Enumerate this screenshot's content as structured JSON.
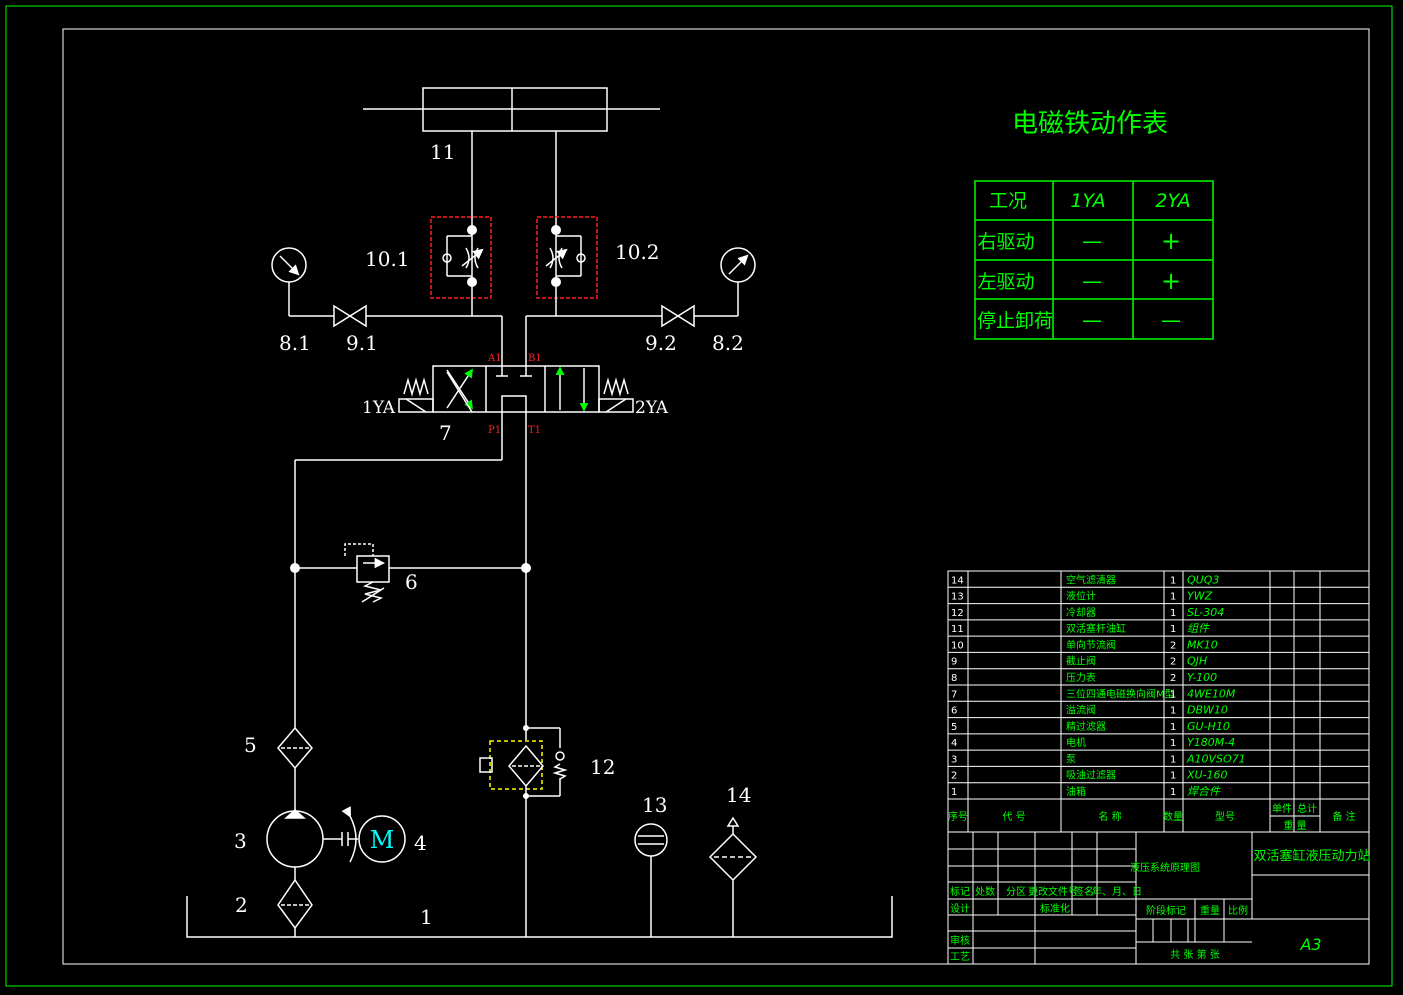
{
  "components": {
    "c1": "1",
    "c2": "2",
    "c3": "3",
    "c4": "4",
    "c5": "5",
    "c6": "6",
    "c7": "7",
    "c8_1": "8.1",
    "c8_2": "8.2",
    "c9_1": "9.1",
    "c9_2": "9.2",
    "c10_1": "10.1",
    "c10_2": "10.2",
    "c11": "11",
    "c12": "12",
    "c13": "13",
    "c14": "14",
    "sol_1": "1YA",
    "sol_2": "2YA",
    "motor": "M"
  },
  "ports": {
    "a1": "A1",
    "b1": "B1",
    "p1": "P1",
    "t1": "T1"
  },
  "solenoid_table": {
    "title": "电磁铁动作表",
    "headers": [
      "工况",
      "1YA",
      "2YA"
    ],
    "rows": [
      [
        "右驱动",
        "—",
        "+"
      ],
      [
        "左驱动",
        "—",
        "+"
      ],
      [
        "停止卸荷",
        "—",
        "—"
      ]
    ]
  },
  "bom": {
    "rows": [
      {
        "no": "14",
        "name": "空气滤清器",
        "qty": "1",
        "model": "QUQ3"
      },
      {
        "no": "13",
        "name": "液位计",
        "qty": "1",
        "model": "YWZ"
      },
      {
        "no": "12",
        "name": "冷却器",
        "qty": "1",
        "model": "SL-304"
      },
      {
        "no": "11",
        "name": "双活塞杆油缸",
        "qty": "1",
        "model": "组件"
      },
      {
        "no": "10",
        "name": "单向节流阀",
        "qty": "2",
        "model": "MK10"
      },
      {
        "no": "9",
        "name": "截止阀",
        "qty": "2",
        "model": "QJH"
      },
      {
        "no": "8",
        "name": "压力表",
        "qty": "2",
        "model": "Y-100"
      },
      {
        "no": "7",
        "name": "三位四通电磁换向阀M型",
        "qty": "1",
        "model": "4WE10M"
      },
      {
        "no": "6",
        "name": "溢流阀",
        "qty": "1",
        "model": "DBW10"
      },
      {
        "no": "5",
        "name": "精过滤器",
        "qty": "1",
        "model": "GU-H10"
      },
      {
        "no": "4",
        "name": "电机",
        "qty": "1",
        "model": "Y180M-4"
      },
      {
        "no": "3",
        "name": "泵",
        "qty": "1",
        "model": "A10VSO71"
      },
      {
        "no": "2",
        "name": "吸油过滤器",
        "qty": "1",
        "model": "XU-160"
      },
      {
        "no": "1",
        "name": "油箱",
        "qty": "1",
        "model": "焊合件"
      }
    ],
    "header": {
      "seq": "序号",
      "code": "代 号",
      "name": "名 称",
      "qty": "数量",
      "material": "型号",
      "unit": "单件",
      "total": "总计",
      "weight": "重 量",
      "remark": "备 注"
    }
  },
  "title_block": {
    "drawing_name": "液压系统原理图",
    "project": "双活塞缸液压动力站",
    "size": "A3",
    "mark": "标记",
    "count": "处数",
    "zone": "分区",
    "change_doc": "更改文件号",
    "sign": "签名",
    "date": "年、月、日",
    "design": "设计",
    "standard": "标准化",
    "review": "审核",
    "process": "工艺",
    "stage": "阶段标记",
    "weight": "重量",
    "scale": "比例",
    "sheets": "共  张  第  张"
  },
  "colors": {
    "line": "#ffffff",
    "frame": "#00ff00",
    "accent": "#ff2020",
    "arrow": "#00ff00",
    "motor": "#00ffff",
    "aux": "#ffff00"
  }
}
